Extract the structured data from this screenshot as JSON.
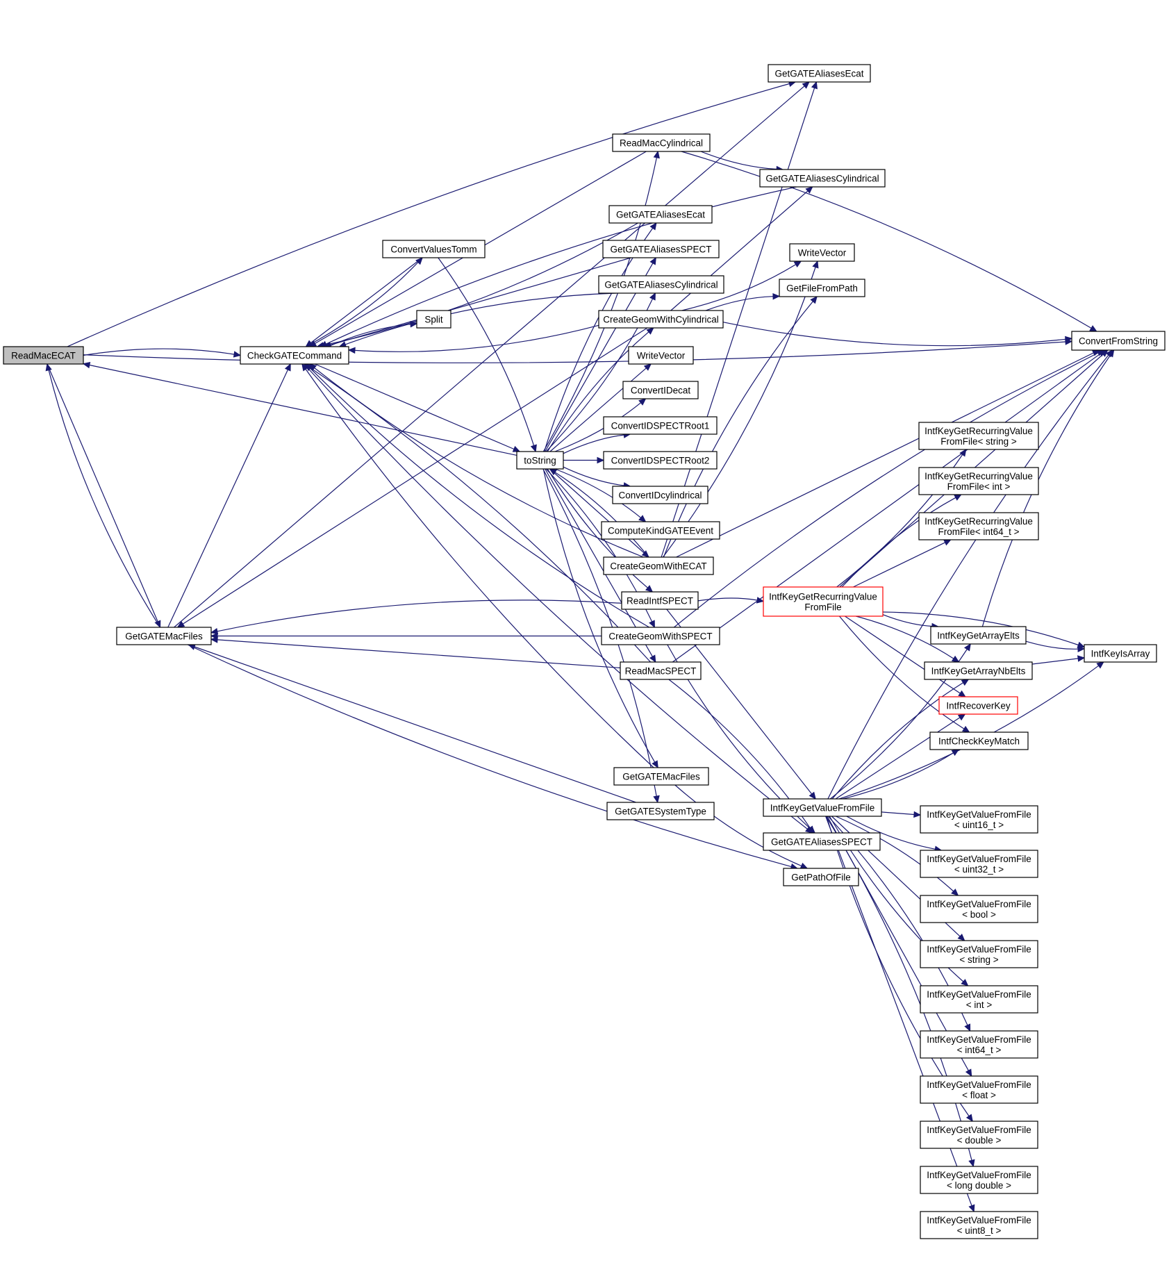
{
  "nodes": [
    {
      "id": "n_readmacecat",
      "lines": [
        "ReadMacECAT"
      ],
      "style": "root"
    },
    {
      "id": "n_checkgate",
      "lines": [
        "CheckGATECommand"
      ]
    },
    {
      "id": "n_getgatemacfiles1",
      "lines": [
        "GetGATEMacFiles"
      ]
    },
    {
      "id": "n_convertfromstring",
      "lines": [
        "ConvertFromString"
      ]
    },
    {
      "id": "n_aliasesecat1",
      "lines": [
        "GetGATEAliasesEcat"
      ]
    },
    {
      "id": "n_readmaccyl",
      "lines": [
        "ReadMacCylindrical"
      ]
    },
    {
      "id": "n_aliasescyl1",
      "lines": [
        "GetGATEAliasesCylindrical"
      ]
    },
    {
      "id": "n_aliasesecat2",
      "lines": [
        "GetGATEAliasesEcat"
      ]
    },
    {
      "id": "n_convertvalues",
      "lines": [
        "ConvertValuesTomm"
      ]
    },
    {
      "id": "n_aliasesspect1",
      "lines": [
        "GetGATEAliasesSPECT"
      ]
    },
    {
      "id": "n_writevector1",
      "lines": [
        "WriteVector"
      ]
    },
    {
      "id": "n_aliasescyl2",
      "lines": [
        "GetGATEAliasesCylindrical"
      ]
    },
    {
      "id": "n_getfilefrompath",
      "lines": [
        "GetFileFromPath"
      ]
    },
    {
      "id": "n_split",
      "lines": [
        "Split"
      ]
    },
    {
      "id": "n_geomcyl",
      "lines": [
        "CreateGeomWithCylindrical"
      ]
    },
    {
      "id": "n_writevector2",
      "lines": [
        "WriteVector"
      ]
    },
    {
      "id": "n_convertecat",
      "lines": [
        "ConvertIDecat"
      ]
    },
    {
      "id": "n_spectroot1",
      "lines": [
        "ConvertIDSPECTRoot1"
      ]
    },
    {
      "id": "n_tostring",
      "lines": [
        "toString"
      ]
    },
    {
      "id": "n_spectroot2",
      "lines": [
        "ConvertIDSPECTRoot2"
      ]
    },
    {
      "id": "n_convertcyl",
      "lines": [
        "ConvertIDcylindrical"
      ]
    },
    {
      "id": "n_computekind",
      "lines": [
        "ComputeKindGATEEvent"
      ]
    },
    {
      "id": "n_geomecat",
      "lines": [
        "CreateGeomWithECAT"
      ]
    },
    {
      "id": "n_readintfspect",
      "lines": [
        "ReadIntfSPECT"
      ]
    },
    {
      "id": "n_geomspect",
      "lines": [
        "CreateGeomWithSPECT"
      ]
    },
    {
      "id": "n_readmacspect",
      "lines": [
        "ReadMacSPECT"
      ]
    },
    {
      "id": "n_getgatemacfiles2",
      "lines": [
        "GetGATEMacFiles"
      ]
    },
    {
      "id": "n_getsystemtype",
      "lines": [
        "GetGATESystemType"
      ]
    },
    {
      "id": "n_aliasesspect2",
      "lines": [
        "GetGATEAliasesSPECT"
      ]
    },
    {
      "id": "n_getpathoffile",
      "lines": [
        "GetPathOfFile"
      ]
    },
    {
      "id": "n_recurring",
      "lines": [
        "IntfKeyGetRecurringValue",
        "FromFile"
      ],
      "style": "red"
    },
    {
      "id": "n_rec_string",
      "lines": [
        "IntfKeyGetRecurringValue",
        "FromFile< string >"
      ]
    },
    {
      "id": "n_rec_int",
      "lines": [
        "IntfKeyGetRecurringValue",
        "FromFile< int >"
      ]
    },
    {
      "id": "n_rec_int64",
      "lines": [
        "IntfKeyGetRecurringValue",
        "FromFile< int64_t >"
      ]
    },
    {
      "id": "n_arrayelts",
      "lines": [
        "IntfKeyGetArrayElts"
      ]
    },
    {
      "id": "n_isarray",
      "lines": [
        "IntfKeyIsArray"
      ]
    },
    {
      "id": "n_arraynbelts",
      "lines": [
        "IntfKeyGetArrayNbElts"
      ]
    },
    {
      "id": "n_recoverkey",
      "lines": [
        "IntfRecoverKey"
      ],
      "style": "red"
    },
    {
      "id": "n_checkkeymatch",
      "lines": [
        "IntfCheckKeyMatch"
      ]
    },
    {
      "id": "n_getvalue",
      "lines": [
        "IntfKeyGetValueFromFile"
      ]
    },
    {
      "id": "n_v_uint16",
      "lines": [
        "IntfKeyGetValueFromFile",
        "< uint16_t >"
      ]
    },
    {
      "id": "n_v_uint32",
      "lines": [
        "IntfKeyGetValueFromFile",
        "< uint32_t >"
      ]
    },
    {
      "id": "n_v_bool",
      "lines": [
        "IntfKeyGetValueFromFile",
        "< bool >"
      ]
    },
    {
      "id": "n_v_string",
      "lines": [
        "IntfKeyGetValueFromFile",
        "< string >"
      ]
    },
    {
      "id": "n_v_int",
      "lines": [
        "IntfKeyGetValueFromFile",
        "< int >"
      ]
    },
    {
      "id": "n_v_int64",
      "lines": [
        "IntfKeyGetValueFromFile",
        "< int64_t >"
      ]
    },
    {
      "id": "n_v_float",
      "lines": [
        "IntfKeyGetValueFromFile",
        "< float >"
      ]
    },
    {
      "id": "n_v_double",
      "lines": [
        "IntfKeyGetValueFromFile",
        "< double >"
      ]
    },
    {
      "id": "n_v_longdouble",
      "lines": [
        "IntfKeyGetValueFromFile",
        "< long double >"
      ]
    },
    {
      "id": "n_v_uint8",
      "lines": [
        "IntfKeyGetValueFromFile",
        "< uint8_t >"
      ]
    }
  ],
  "edges": [
    [
      "n_readmacecat",
      "n_checkgate"
    ],
    [
      "n_readmacecat",
      "n_getgatemacfiles1"
    ],
    [
      "n_readmacecat",
      "n_convertfromstring"
    ],
    [
      "n_readmacecat",
      "n_aliasesecat1"
    ],
    [
      "n_getgatemacfiles1",
      "n_checkgate"
    ],
    [
      "n_getgatemacfiles1",
      "n_getpathoffile"
    ],
    [
      "n_getgatemacfiles1",
      "n_readmacecat"
    ],
    [
      "n_getgatemacfiles1",
      "n_aliasesecat1"
    ],
    [
      "n_checkgate",
      "n_convertvalues"
    ],
    [
      "n_checkgate",
      "n_split"
    ],
    [
      "n_checkgate",
      "n_tostring"
    ],
    [
      "n_checkgate",
      "n_aliasesspect2"
    ],
    [
      "n_convertvalues",
      "n_tostring"
    ],
    [
      "n_convertvalues",
      "n_checkgate"
    ],
    [
      "n_tostring",
      "n_readmaccyl"
    ],
    [
      "n_tostring",
      "n_aliasesecat2"
    ],
    [
      "n_tostring",
      "n_aliasesspect1"
    ],
    [
      "n_tostring",
      "n_aliasescyl2"
    ],
    [
      "n_tostring",
      "n_geomcyl"
    ],
    [
      "n_tostring",
      "n_writevector2"
    ],
    [
      "n_tostring",
      "n_convertecat"
    ],
    [
      "n_tostring",
      "n_spectroot1"
    ],
    [
      "n_tostring",
      "n_spectroot2"
    ],
    [
      "n_tostring",
      "n_convertcyl"
    ],
    [
      "n_tostring",
      "n_computekind"
    ],
    [
      "n_tostring",
      "n_geomecat"
    ],
    [
      "n_tostring",
      "n_readintfspect"
    ],
    [
      "n_tostring",
      "n_geomspect"
    ],
    [
      "n_tostring",
      "n_readmacspect"
    ],
    [
      "n_tostring",
      "n_getgatemacfiles2"
    ],
    [
      "n_tostring",
      "n_getsystemtype"
    ],
    [
      "n_tostring",
      "n_readmacecat"
    ],
    [
      "n_readmaccyl",
      "n_aliasescyl1"
    ],
    [
      "n_readmaccyl",
      "n_convertfromstring"
    ],
    [
      "n_readmaccyl",
      "n_checkgate"
    ],
    [
      "n_aliasescyl1",
      "n_checkgate"
    ],
    [
      "n_aliasesecat2",
      "n_checkgate"
    ],
    [
      "n_aliasesspect1",
      "n_checkgate"
    ],
    [
      "n_aliasescyl2",
      "n_checkgate"
    ],
    [
      "n_geomcyl",
      "n_checkgate"
    ],
    [
      "n_geomcyl",
      "n_getgatemacfiles1"
    ],
    [
      "n_geomcyl",
      "n_writevector1"
    ],
    [
      "n_geomcyl",
      "n_getfilefrompath"
    ],
    [
      "n_geomcyl",
      "n_aliasescyl1"
    ],
    [
      "n_geomcyl",
      "n_convertfromstring"
    ],
    [
      "n_geomecat",
      "n_checkgate"
    ],
    [
      "n_geomecat",
      "n_aliasesecat1"
    ],
    [
      "n_geomecat",
      "n_writevector1"
    ],
    [
      "n_geomecat",
      "n_getfilefrompath"
    ],
    [
      "n_geomecat",
      "n_convertfromstring"
    ],
    [
      "n_geomecat",
      "n_tostring"
    ],
    [
      "n_readintfspect",
      "n_recurring"
    ],
    [
      "n_readintfspect",
      "n_getvalue"
    ],
    [
      "n_readintfspect",
      "n_getgatemacfiles1"
    ],
    [
      "n_geomspect",
      "n_checkgate"
    ],
    [
      "n_geomspect",
      "n_getgatemacfiles1"
    ],
    [
      "n_geomspect",
      "n_aliasesspect2"
    ],
    [
      "n_geomspect",
      "n_convertfromstring"
    ],
    [
      "n_readmacspect",
      "n_getgatemacfiles1"
    ],
    [
      "n_readmacspect",
      "n_checkgate"
    ],
    [
      "n_readmacspect",
      "n_aliasesspect2"
    ],
    [
      "n_readmacspect",
      "n_convertfromstring"
    ],
    [
      "n_getgatemacfiles2",
      "n_getpathoffile"
    ],
    [
      "n_getgatemacfiles2",
      "n_checkgate"
    ],
    [
      "n_getsystemtype",
      "n_getgatemacfiles1"
    ],
    [
      "n_recurring",
      "n_rec_string"
    ],
    [
      "n_recurring",
      "n_rec_int"
    ],
    [
      "n_recurring",
      "n_rec_int64"
    ],
    [
      "n_recurring",
      "n_arrayelts"
    ],
    [
      "n_recurring",
      "n_arraynbelts"
    ],
    [
      "n_recurring",
      "n_recoverkey"
    ],
    [
      "n_recurring",
      "n_checkkeymatch"
    ],
    [
      "n_recurring",
      "n_isarray"
    ],
    [
      "n_recurring",
      "n_convertfromstring"
    ],
    [
      "n_arrayelts",
      "n_isarray"
    ],
    [
      "n_arrayelts",
      "n_convertfromstring"
    ],
    [
      "n_arraynbelts",
      "n_isarray"
    ],
    [
      "n_getvalue",
      "n_arrayelts"
    ],
    [
      "n_getvalue",
      "n_arraynbelts"
    ],
    [
      "n_getvalue",
      "n_recoverkey"
    ],
    [
      "n_getvalue",
      "n_checkkeymatch"
    ],
    [
      "n_getvalue",
      "n_convertfromstring"
    ],
    [
      "n_getvalue",
      "n_v_uint16"
    ],
    [
      "n_getvalue",
      "n_v_uint32"
    ],
    [
      "n_getvalue",
      "n_v_bool"
    ],
    [
      "n_getvalue",
      "n_v_string"
    ],
    [
      "n_getvalue",
      "n_v_int"
    ],
    [
      "n_getvalue",
      "n_v_int64"
    ],
    [
      "n_getvalue",
      "n_v_float"
    ],
    [
      "n_getvalue",
      "n_v_double"
    ],
    [
      "n_getvalue",
      "n_v_longdouble"
    ],
    [
      "n_getvalue",
      "n_v_uint8"
    ],
    [
      "n_getvalue",
      "n_isarray"
    ]
  ]
}
